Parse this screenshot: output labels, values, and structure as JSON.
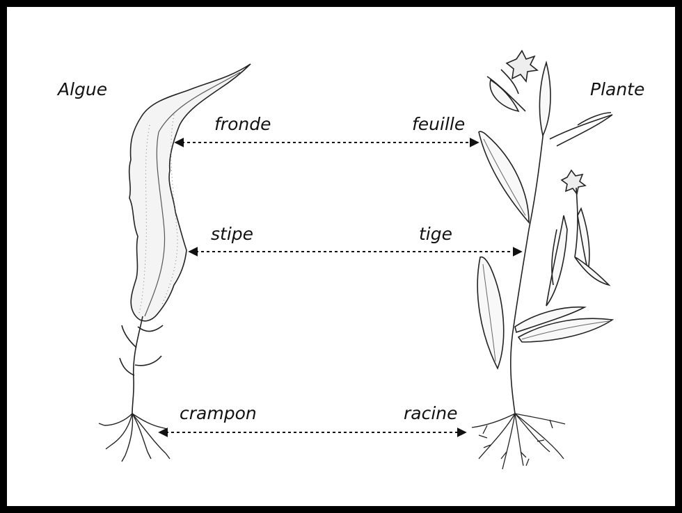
{
  "titles": {
    "left": "Algue",
    "right": "Plante"
  },
  "correspondences": [
    {
      "alga_part": "fronde",
      "plant_part": "feuille"
    },
    {
      "alga_part": "stipe",
      "plant_part": "tige"
    },
    {
      "alga_part": "crampon",
      "plant_part": "racine"
    }
  ],
  "colors": {
    "border": "#000000",
    "ink": "#111111",
    "background": "#ffffff"
  }
}
